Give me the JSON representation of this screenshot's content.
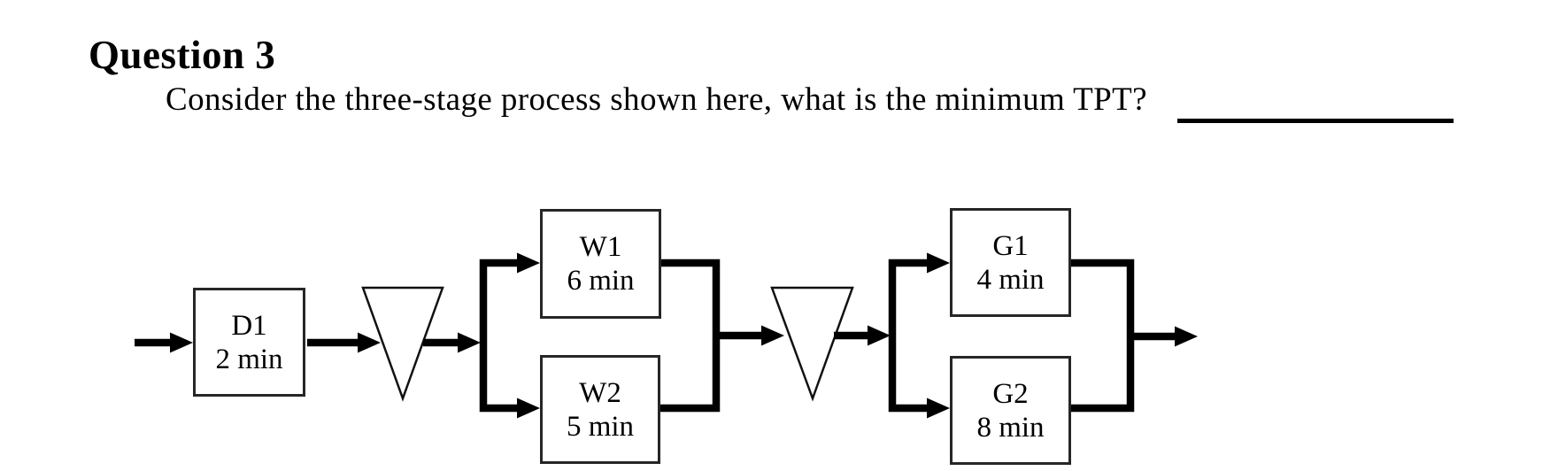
{
  "question": {
    "title": "Question 3",
    "prompt": "Consider the three-stage process shown here, what is the minimum TPT?"
  },
  "diagram": {
    "type": "three-stage-process-flow",
    "boxes": {
      "d1": {
        "label": "D1",
        "time": "2 min"
      },
      "w1": {
        "label": "W1",
        "time": "6 min"
      },
      "w2": {
        "label": "W2",
        "time": "5 min"
      },
      "g1": {
        "label": "G1",
        "time": "4 min"
      },
      "g2": {
        "label": "G2",
        "time": "8 min"
      }
    },
    "stages": [
      [
        "d1"
      ],
      [
        "w1",
        "w2"
      ],
      [
        "g1",
        "g2"
      ]
    ],
    "buffer_symbol": "inverted-triangle",
    "buffer_count": 2,
    "colors": {
      "arrow": "#000000",
      "box_border": "#262626",
      "box_fill": "#ffffff",
      "page_background": "#ffffff"
    }
  }
}
